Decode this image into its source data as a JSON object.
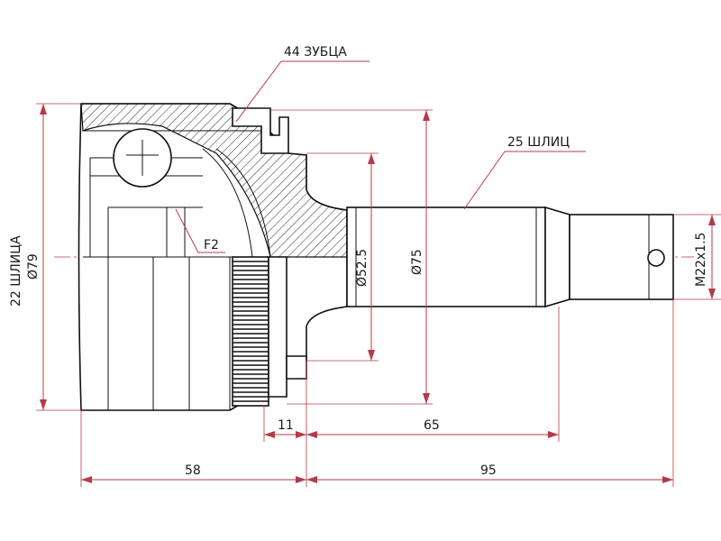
{
  "labels": {
    "teeth": "44 ЗУБЦА",
    "outer_splines": "25 ШЛИЦ",
    "inner_splines": "22 ШЛИЦА",
    "housing_dia": "Ø79",
    "face": "F2",
    "seal_dia": "Ø52.5",
    "ring_dia": "Ø75",
    "thread": "M22x1.5"
  },
  "dimensions": {
    "d11": "11",
    "d65": "65",
    "d58": "58",
    "d95": "95"
  },
  "colors": {
    "dimension": "#b8384a",
    "outline": "#111111"
  }
}
